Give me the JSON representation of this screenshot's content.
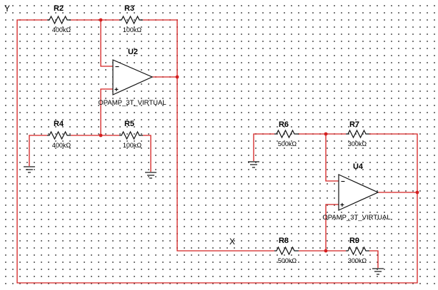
{
  "net_labels": {
    "y": "Y",
    "x": "X"
  },
  "resistors": [
    {
      "ref": "R2",
      "value": "400kΩ"
    },
    {
      "ref": "R3",
      "value": "100kΩ"
    },
    {
      "ref": "R4",
      "value": "400kΩ"
    },
    {
      "ref": "R5",
      "value": "100kΩ"
    },
    {
      "ref": "R6",
      "value": "500kΩ"
    },
    {
      "ref": "R7",
      "value": "300kΩ"
    },
    {
      "ref": "R8",
      "value": "500kΩ"
    },
    {
      "ref": "R9",
      "value": "300kΩ"
    }
  ],
  "opamps": [
    {
      "ref": "U2",
      "type": "OPAMP_3T_VIRTUAL",
      "pin_inv": "−",
      "pin_noninv": "+"
    },
    {
      "ref": "U4",
      "type": "OPAMP_3T_VIRTUAL",
      "pin_inv": "−",
      "pin_noninv": "+"
    }
  ],
  "colors": {
    "wire": "#d42020",
    "component": "#111111",
    "grid_dot": "#5a5a5a",
    "background": "#ffffff"
  }
}
